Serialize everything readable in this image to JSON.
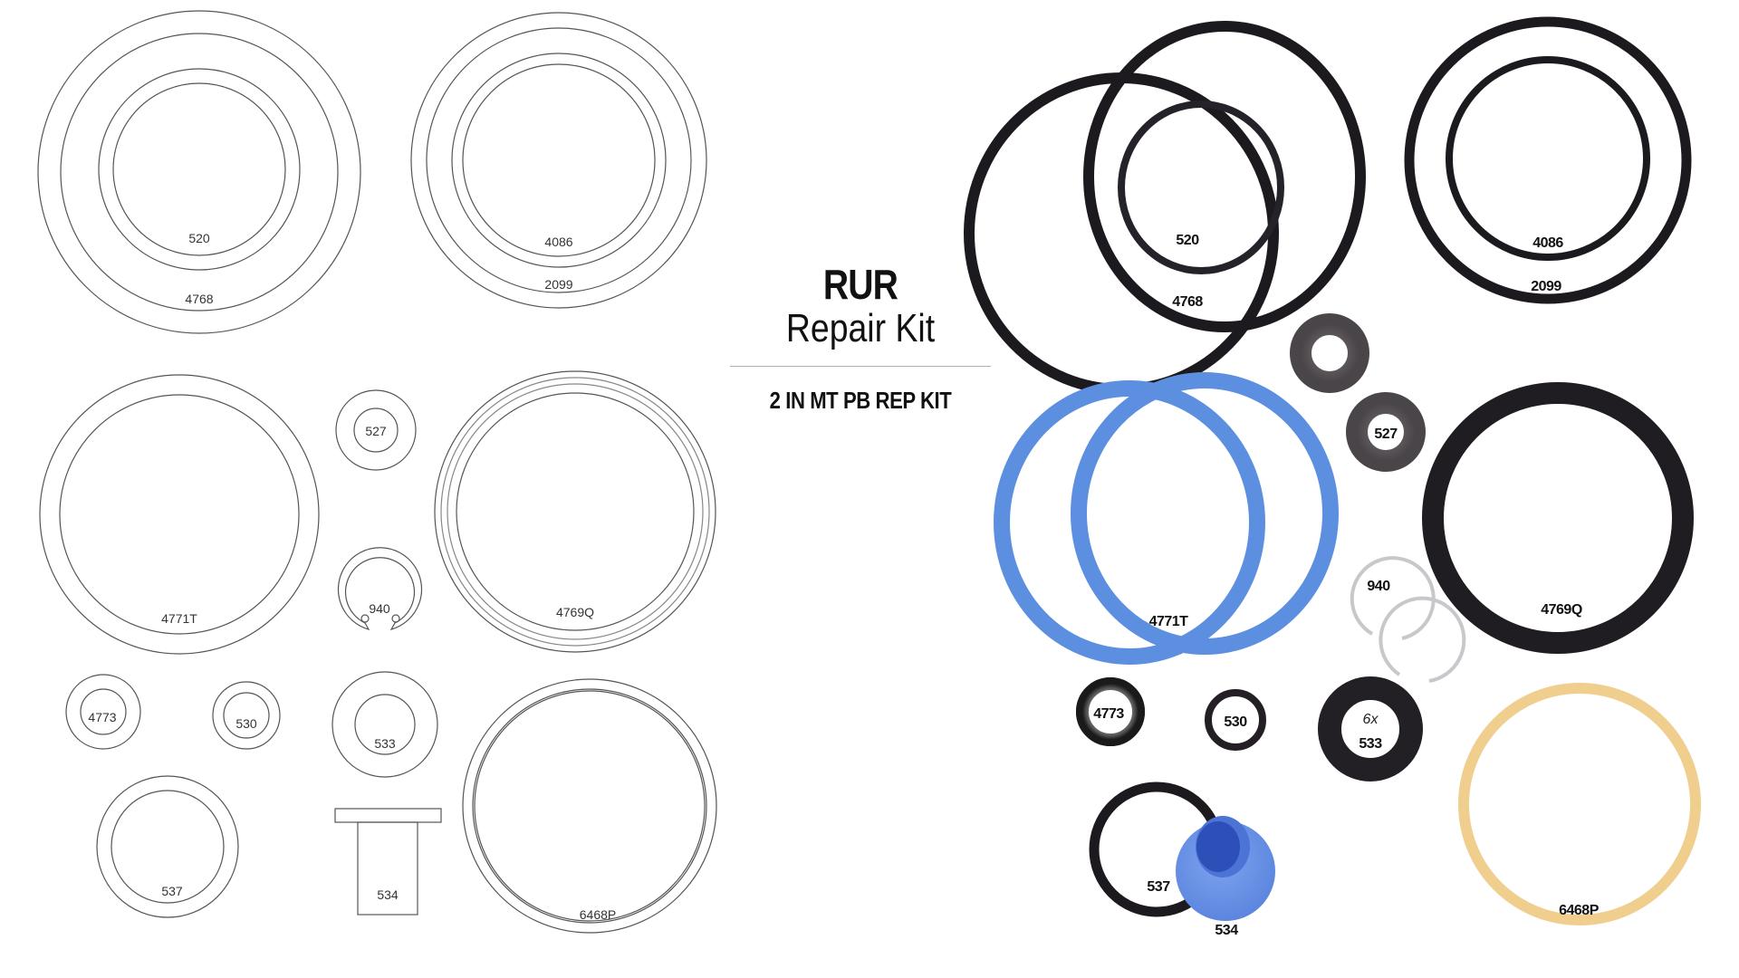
{
  "header": {
    "product_code": "RUR",
    "product_type": "Repair Kit",
    "kit_description": "2 IN MT PB REP KIT"
  },
  "colors": {
    "drawing_stroke": "#555555",
    "black_rubber": "#1c1a1e",
    "blue_ptfe": "#5d8fe0",
    "felt_gray": "#5a5558",
    "silver_snap_ring": "#c8c8cc",
    "tan_ring": "#f0cf8e",
    "divider": "#b0b0b0"
  },
  "drawings": {
    "p4768": "4768",
    "p520": "520",
    "p2099": "2099",
    "p4086": "4086",
    "p4771T": "4771T",
    "p527": "527",
    "p940": "940",
    "p4769Q": "4769Q",
    "p4773": "4773",
    "p530": "530",
    "p533": "533",
    "p537": "537",
    "p534": "534",
    "p6468P": "6468P"
  },
  "photos": {
    "p520": "520",
    "p4768": "4768",
    "p4086": "4086",
    "p2099": "2099",
    "p527": "527",
    "p4771T": "4771T",
    "p940": "940",
    "p4769Q": "4769Q",
    "p4773": "4773",
    "p530": "530",
    "p533_qty": "6x",
    "p533": "533",
    "p537": "537",
    "p534": "534",
    "p6468P": "6468P"
  }
}
